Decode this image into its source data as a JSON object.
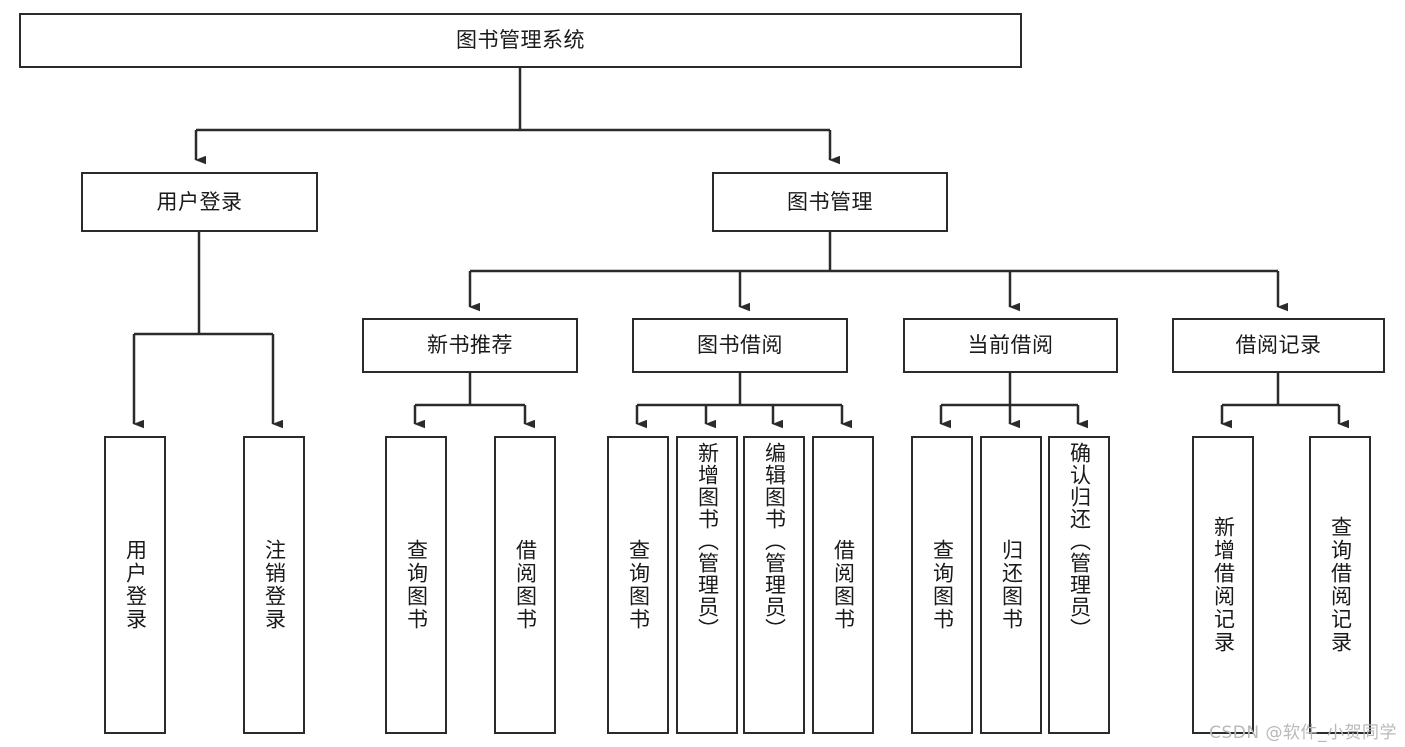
{
  "diagram": {
    "type": "tree-hierarchy-chart",
    "title": "图书管理系统",
    "watermark": "CSDN @软件_小贺同学",
    "colors": {
      "stroke": "#2b2b2b",
      "fill": "#ffffff",
      "text": "#1a1a1a",
      "watermark": "#b9b9b9"
    },
    "levels": [
      {
        "level": 0,
        "nodes": [
          {
            "id": "root",
            "label": "图书管理系统",
            "orientation": "horizontal"
          }
        ]
      },
      {
        "level": 1,
        "nodes": [
          {
            "id": "user-login",
            "label": "用户登录",
            "orientation": "horizontal",
            "parent": "root"
          },
          {
            "id": "book-manage",
            "label": "图书管理",
            "orientation": "horizontal",
            "parent": "root"
          }
        ]
      },
      {
        "level": 2,
        "nodes": [
          {
            "id": "new-book-rec",
            "label": "新书推荐",
            "orientation": "horizontal",
            "parent": "book-manage"
          },
          {
            "id": "book-borrow",
            "label": "图书借阅",
            "orientation": "horizontal",
            "parent": "book-manage"
          },
          {
            "id": "current-borrow",
            "label": "当前借阅",
            "orientation": "horizontal",
            "parent": "book-manage"
          },
          {
            "id": "borrow-record",
            "label": "借阅记录",
            "orientation": "horizontal",
            "parent": "book-manage"
          }
        ]
      },
      {
        "level": 3,
        "nodes": [
          {
            "id": "leaf-user-login",
            "label": "用户登录",
            "orientation": "vertical",
            "parent": "user-login"
          },
          {
            "id": "leaf-logout",
            "label": "注销登录",
            "orientation": "vertical",
            "parent": "user-login"
          },
          {
            "id": "leaf-query-book-1",
            "label": "查询图书",
            "orientation": "vertical",
            "parent": "new-book-rec"
          },
          {
            "id": "leaf-borrow-book-1",
            "label": "借阅图书",
            "orientation": "vertical",
            "parent": "new-book-rec"
          },
          {
            "id": "leaf-query-book-2",
            "label": "查询图书",
            "orientation": "vertical",
            "parent": "book-borrow"
          },
          {
            "id": "leaf-add-book",
            "label": "新增图书（管理员）",
            "orientation": "vertical",
            "parent": "book-borrow"
          },
          {
            "id": "leaf-edit-book",
            "label": "编辑图书（管理员）",
            "orientation": "vertical",
            "parent": "book-borrow"
          },
          {
            "id": "leaf-borrow-book-2",
            "label": "借阅图书",
            "orientation": "vertical",
            "parent": "book-borrow"
          },
          {
            "id": "leaf-query-book-3",
            "label": "查询图书",
            "orientation": "vertical",
            "parent": "current-borrow"
          },
          {
            "id": "leaf-return-book",
            "label": "归还图书",
            "orientation": "vertical",
            "parent": "current-borrow"
          },
          {
            "id": "leaf-confirm-return",
            "label": "确认归还（管理员）",
            "orientation": "vertical",
            "parent": "current-borrow"
          },
          {
            "id": "leaf-add-record",
            "label": "新增借阅记录",
            "orientation": "vertical",
            "parent": "borrow-record"
          },
          {
            "id": "leaf-query-record",
            "label": "查询借阅记录",
            "orientation": "vertical",
            "parent": "borrow-record"
          }
        ]
      }
    ]
  }
}
